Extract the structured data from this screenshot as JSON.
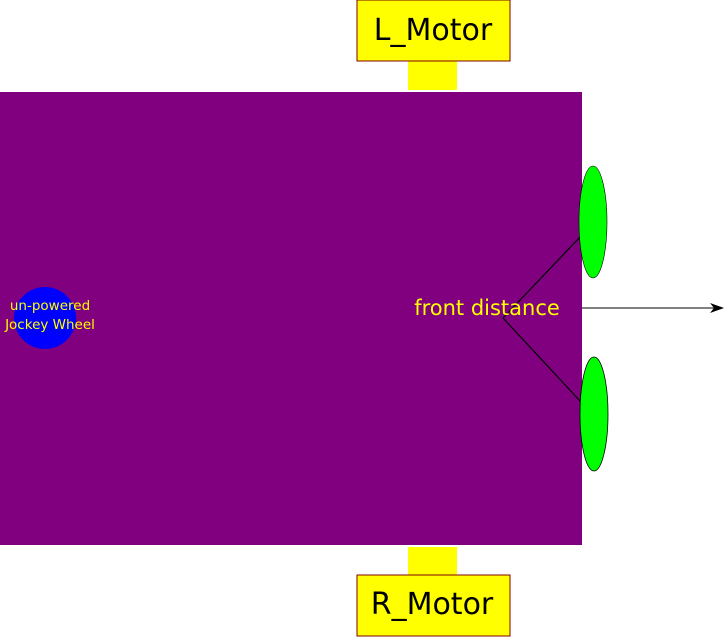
{
  "diagram": {
    "left_motor": {
      "label": "L_Motor"
    },
    "right_motor": {
      "label": "R_Motor"
    },
    "front_sensor": {
      "label": "front distance"
    },
    "jockey_wheel": {
      "line1": "un-powered",
      "line2": "Jockey Wheel"
    }
  },
  "colors": {
    "chassis": "#800080",
    "motor": "#ffff00",
    "motor_border": "#800000",
    "sensor": "#00ff00",
    "jockey_wheel": "#0000ff",
    "label_on_chassis": "#ffff00",
    "lines": "#000000"
  }
}
